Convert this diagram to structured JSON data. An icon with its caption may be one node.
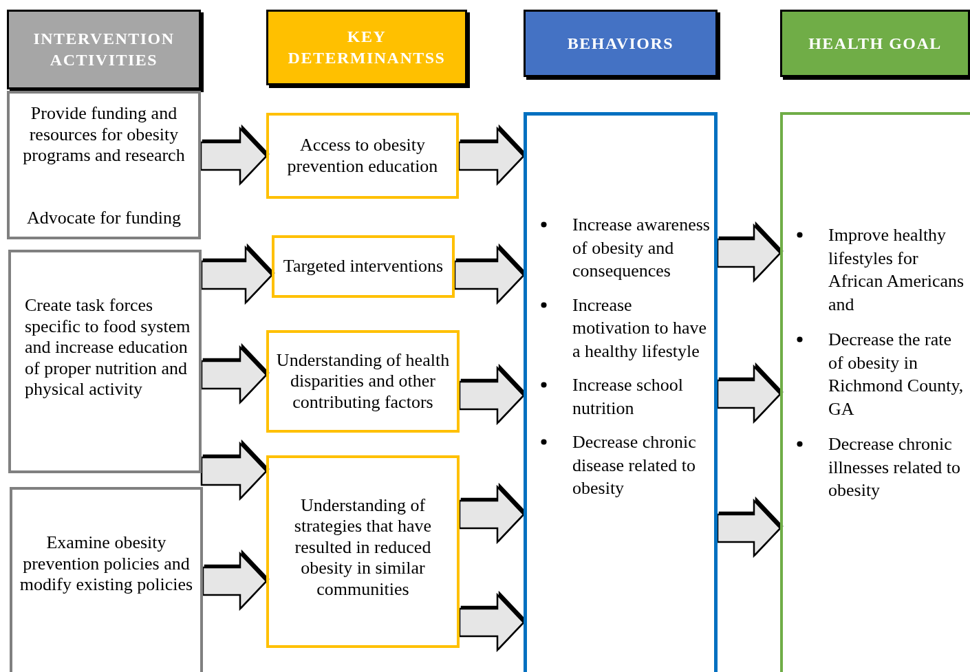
{
  "diagram": {
    "nodes": [
      {
        "text": [
          "INTERVENTION ACTIVITIES"
        ]
      },
      {
        "text": [
          "KEY DETERMINANTSS"
        ]
      },
      {
        "text": [
          "BEHAVIORS"
        ]
      },
      {
        "text": [
          "HEALTH GOAL"
        ]
      },
      {
        "text": [
          "Provide funding and resources for obesity programs and research",
          "Advocate for funding"
        ]
      },
      {
        "text": [
          "Create task forces specific to food system and increase education of proper nutrition and physical activity"
        ]
      },
      {
        "text": [
          "Examine obesity prevention policies and modify existing policies"
        ]
      },
      {
        "text": [
          "Access to obesity prevention education"
        ]
      },
      {
        "text": [
          "Targeted interventions"
        ]
      },
      {
        "text": [
          "Understanding of health disparities and other contributing factors"
        ]
      },
      {
        "text": [
          "Understanding of strategies that have resulted in reduced obesity in similar communities"
        ]
      },
      {
        "text": [
          "Increase awareness of obesity and consequences",
          "Increase motivation to have a healthy lifestyle",
          "Increase school nutrition",
          "Decrease chronic disease related to obesity"
        ]
      },
      {
        "text": [
          "Improve healthy lifestyles for African Americans and",
          "Decrease the rate of obesity in Richmond County, GA",
          "Decrease chronic illnesses related to obesity"
        ]
      }
    ],
    "edges": [
      {
        "from": 4,
        "to": 7,
        "arrow": "to"
      },
      {
        "from": 5,
        "to": 8,
        "arrow": "to"
      },
      {
        "from": 5,
        "to": 9,
        "arrow": "to"
      },
      {
        "from": 5,
        "to": 10,
        "arrow": "to"
      },
      {
        "from": 6,
        "to": 10,
        "arrow": "to"
      },
      {
        "from": 7,
        "to": 11,
        "arrow": "to"
      },
      {
        "from": 8,
        "to": 11,
        "arrow": "to"
      },
      {
        "from": 9,
        "to": 11,
        "arrow": "to"
      },
      {
        "from": 10,
        "to": 11,
        "arrow": "to"
      },
      {
        "from": 10,
        "to": 11,
        "arrow": "to"
      },
      {
        "from": 11,
        "to": 12,
        "arrow": "to"
      },
      {
        "from": 11,
        "to": 12,
        "arrow": "to"
      },
      {
        "from": 11,
        "to": 12,
        "arrow": "to"
      }
    ]
  }
}
